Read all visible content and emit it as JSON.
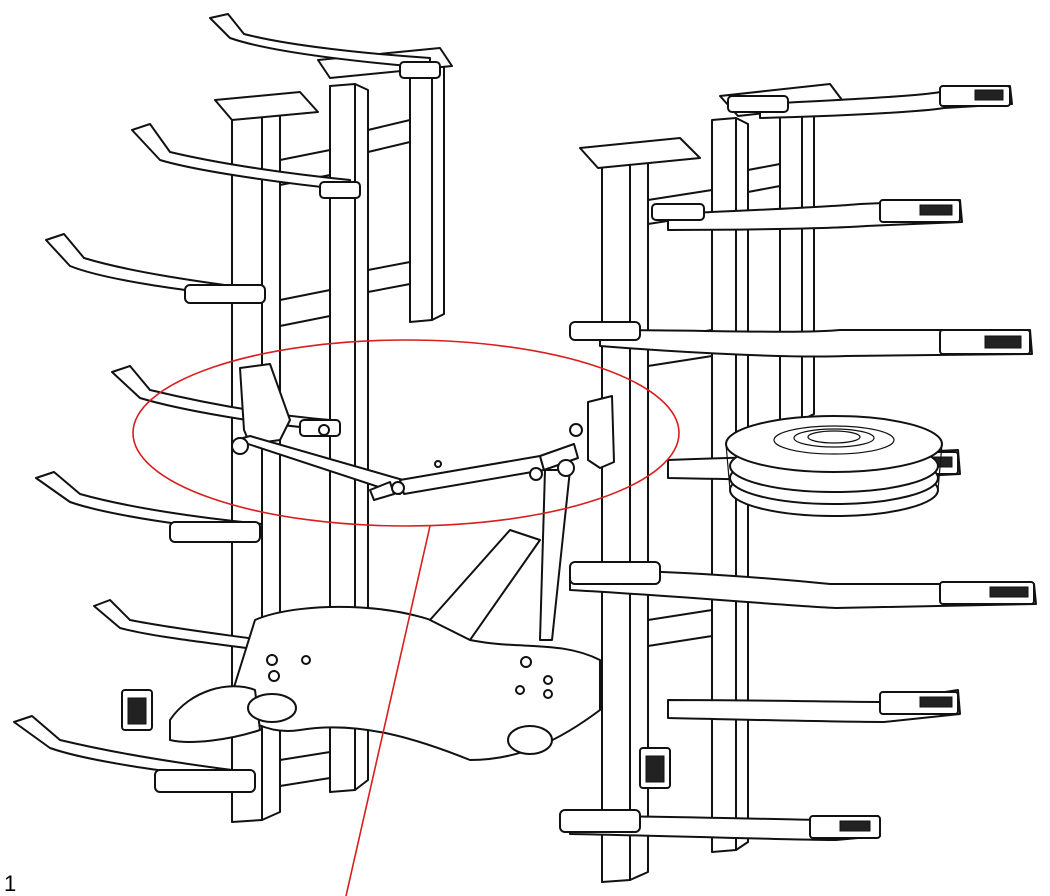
{
  "figure": {
    "part_label": "1",
    "highlight_color": "#d81e1e",
    "line_color": "#111111",
    "icons": [
      "cultivator-frame-drawing",
      "highlight-ellipse",
      "leader-line"
    ]
  }
}
